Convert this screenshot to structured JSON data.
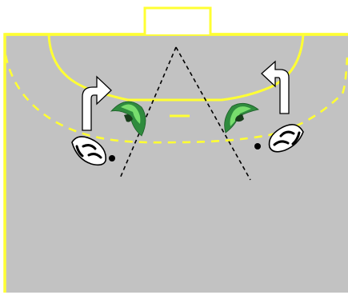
{
  "diagram": {
    "type": "handball-half-court-drill",
    "colors": {
      "court_fill": "#c2c2c2",
      "line": "#ffff33",
      "line_dark": "#f0e000",
      "background": "#ffffff",
      "arrow_fill": "#ffffff",
      "arrow_stroke": "#000000",
      "dashed_path": "#000000",
      "defender_dark": "#2f8b3e",
      "defender_light": "#78dd6d",
      "attacker_body": "#ffffff",
      "attacker_marks": "#000000",
      "ball": "#000000"
    },
    "elements": [
      {
        "id": "goal",
        "kind": "goal",
        "icon": "goal-icon"
      },
      {
        "id": "six-meter-line",
        "kind": "solid-area-line"
      },
      {
        "id": "nine-meter-line",
        "kind": "dashed-free-throw-line"
      },
      {
        "id": "seven-meter-mark",
        "kind": "penalty-mark"
      },
      {
        "id": "left-defender",
        "kind": "player",
        "team": "defense",
        "icon": "defender-icon"
      },
      {
        "id": "right-defender",
        "kind": "player",
        "team": "defense",
        "icon": "defender-icon"
      },
      {
        "id": "left-attacker",
        "kind": "player",
        "team": "attack",
        "icon": "attacker-icon"
      },
      {
        "id": "right-attacker",
        "kind": "player",
        "team": "attack",
        "icon": "attacker-icon"
      },
      {
        "id": "left-ball",
        "kind": "ball",
        "icon": "ball-icon"
      },
      {
        "id": "right-ball",
        "kind": "ball",
        "icon": "ball-icon"
      },
      {
        "id": "left-movement-arrow",
        "kind": "movement",
        "direction": "up-then-right",
        "icon": "curved-arrow-icon"
      },
      {
        "id": "right-movement-arrow",
        "kind": "movement",
        "direction": "up-then-left",
        "icon": "curved-arrow-icon"
      },
      {
        "id": "left-dashed-line",
        "kind": "pass-or-run-path",
        "style": "dashed"
      },
      {
        "id": "right-dashed-line",
        "kind": "pass-or-run-path",
        "style": "dashed"
      }
    ]
  }
}
